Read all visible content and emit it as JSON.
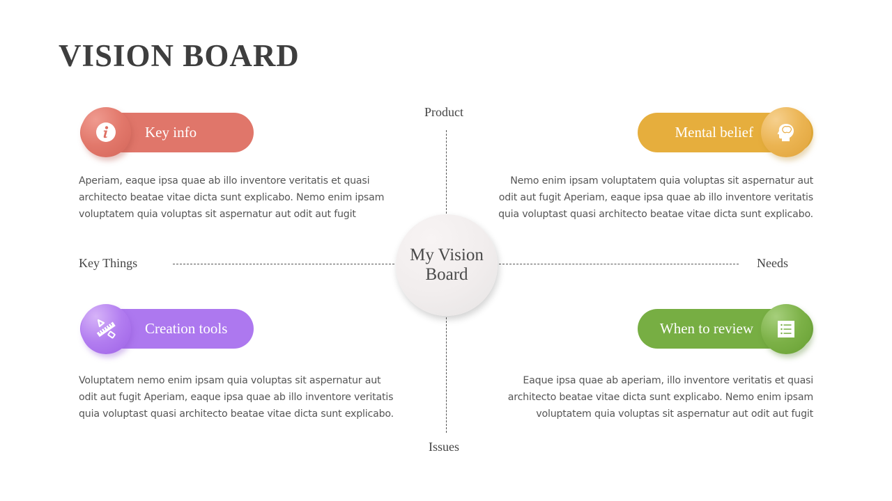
{
  "title": "VISION BOARD",
  "center": {
    "line1": "My Vision",
    "line2": "Board"
  },
  "axes": {
    "top": "Product",
    "bottom": "Issues",
    "left": "Key Things",
    "right": "Needs"
  },
  "cards": [
    {
      "id": "key-info",
      "label": "Key info",
      "icon": "info-icon",
      "color": "#e0766a",
      "text": "Aperiam, eaque ipsa quae ab illo inventore veritatis et quasi architecto beatae vitae dicta sunt explicabo. Nemo enim ipsam voluptatem quia voluptas sit aspernatur aut odit aut fugit"
    },
    {
      "id": "mental-belief",
      "label": "Mental belief",
      "icon": "brain-head-icon",
      "color": "#e6ae3d",
      "text": "Nemo enim ipsam voluptatem quia voluptas sit aspernatur aut odit aut fugit Aperiam, eaque ipsa quae ab illo inventore veritatis quia voluptast quasi architecto beatae vitae dicta sunt explicabo."
    },
    {
      "id": "creation-tools",
      "label": "Creation tools",
      "icon": "ruler-pencil-icon",
      "color": "#ad78ef",
      "text": "Voluptatem nemo enim ipsam quia voluptas sit aspernatur aut odit aut fugit Aperiam, eaque ipsa quae ab illo inventore veritatis quia voluptast quasi architecto beatae vitae dicta sunt explicabo."
    },
    {
      "id": "when-to-review",
      "label": "When to review",
      "icon": "checklist-icon",
      "color": "#77ae43",
      "text": "Eaque ipsa quae ab aperiam, illo inventore veritatis et quasi architecto beatae vitae dicta sunt explicabo. Nemo enim ipsam voluptatem quia voluptas sit aspernatur aut odit aut fugit"
    }
  ]
}
